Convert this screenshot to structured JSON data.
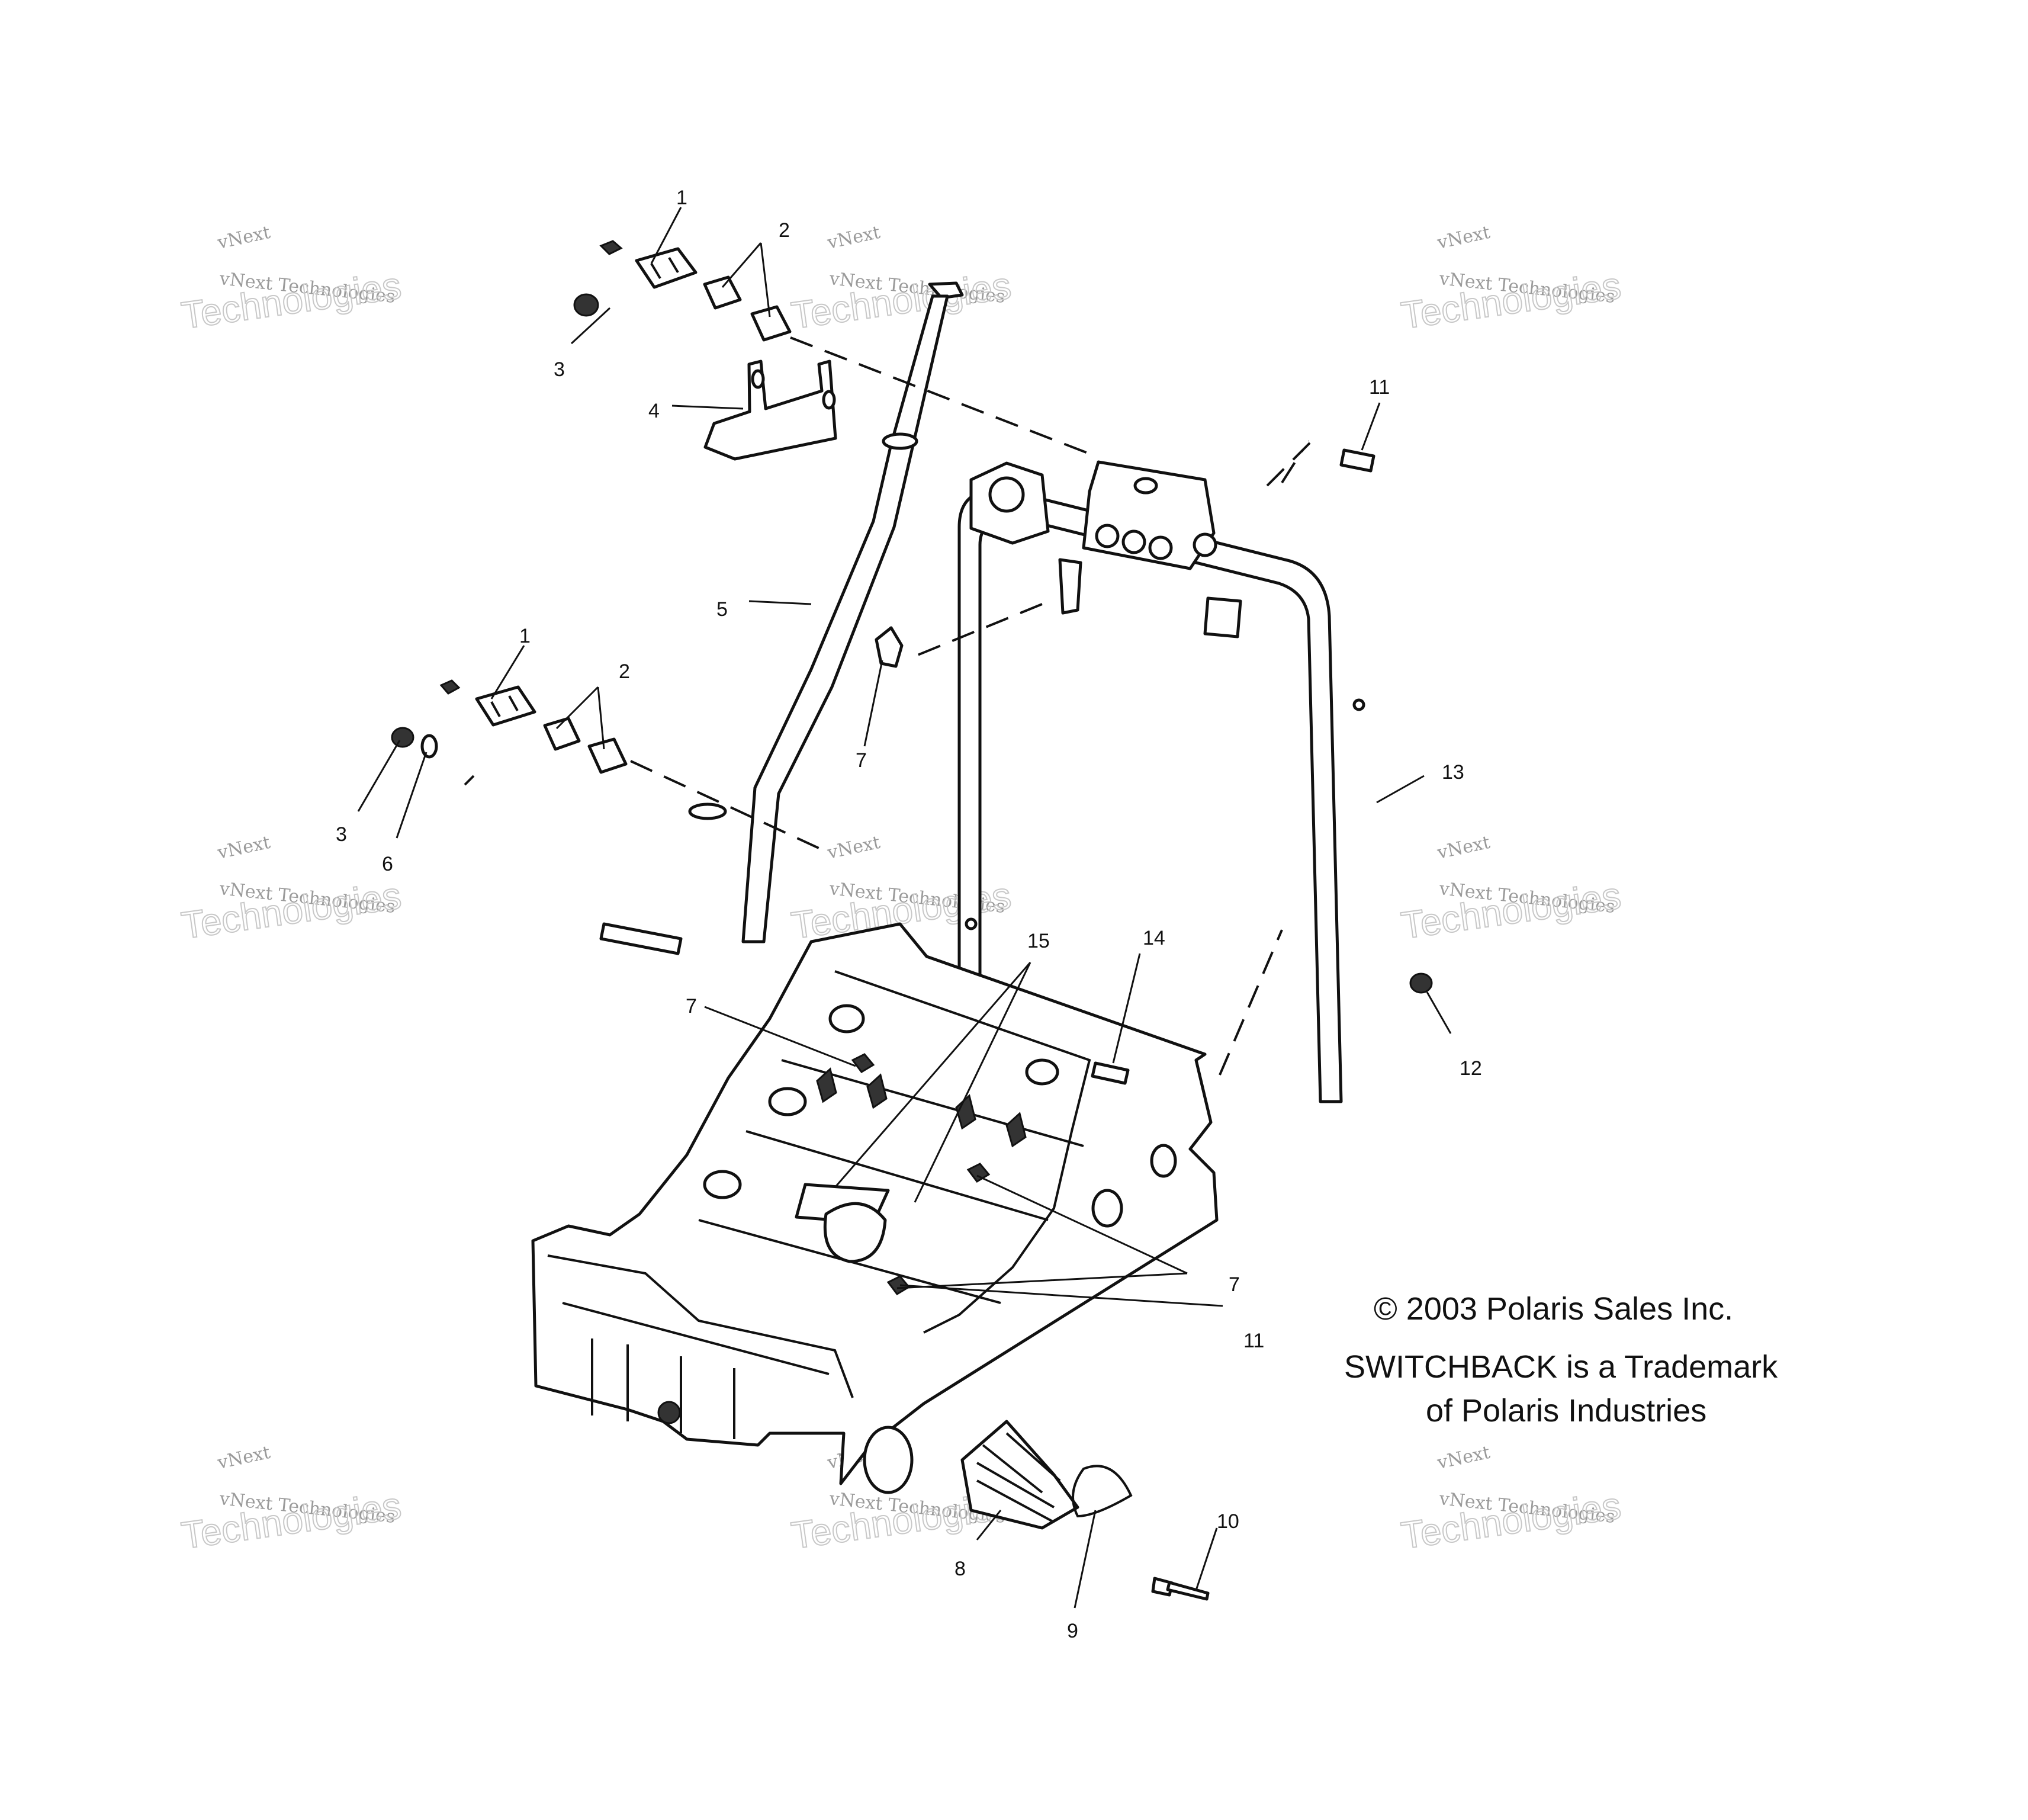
{
  "callouts": [
    {
      "id": "c1a",
      "text": "1"
    },
    {
      "id": "c2a",
      "text": "2"
    },
    {
      "id": "c3a",
      "text": "3"
    },
    {
      "id": "c4",
      "text": "4"
    },
    {
      "id": "c5",
      "text": "5"
    },
    {
      "id": "c1b",
      "text": "1"
    },
    {
      "id": "c2b",
      "text": "2"
    },
    {
      "id": "c3b",
      "text": "3"
    },
    {
      "id": "c6",
      "text": "6"
    },
    {
      "id": "c7a",
      "text": "7"
    },
    {
      "id": "c7b",
      "text": "7"
    },
    {
      "id": "c7c",
      "text": "7"
    },
    {
      "id": "c8",
      "text": "8"
    },
    {
      "id": "c9",
      "text": "9"
    },
    {
      "id": "c10",
      "text": "10"
    },
    {
      "id": "c11a",
      "text": "11"
    },
    {
      "id": "c11b",
      "text": "11"
    },
    {
      "id": "c12",
      "text": "12"
    },
    {
      "id": "c13",
      "text": "13"
    },
    {
      "id": "c14",
      "text": "14"
    },
    {
      "id": "c15",
      "text": "15"
    }
  ],
  "copyright": {
    "line1": "© 2003 Polaris Sales Inc.",
    "line2": "SWITCHBACK is a Trademark",
    "line3": "of Polaris Industries"
  },
  "watermark": {
    "brand": "vNext",
    "line": "vNext Technologies",
    "big": "Technologies"
  }
}
